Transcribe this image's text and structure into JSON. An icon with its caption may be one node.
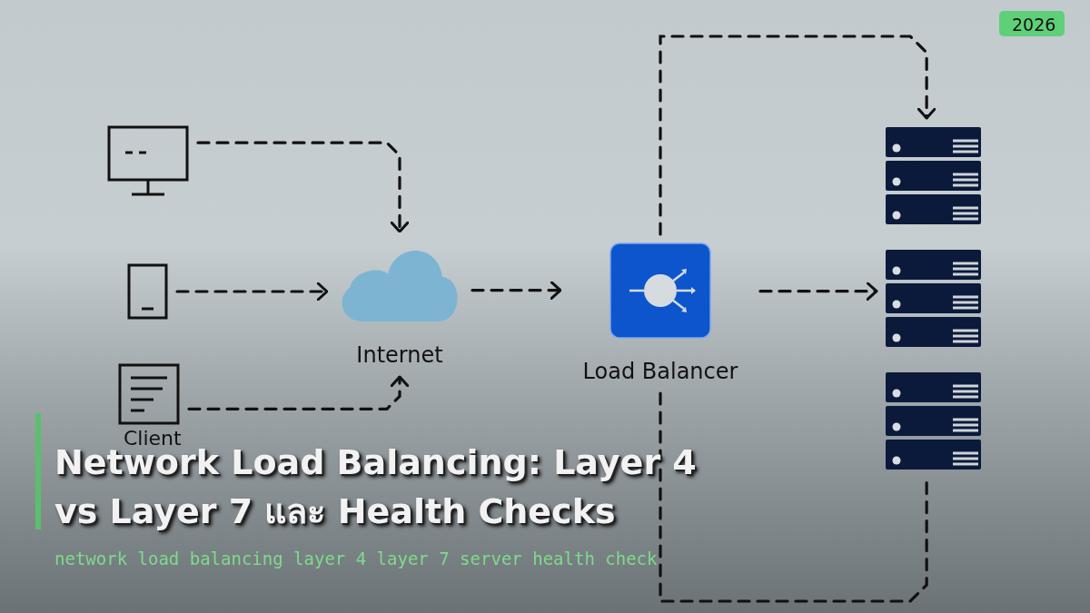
{
  "diagram": {
    "title": "Network Load Balancing: Layer 4 vs Layer 7 และ Health Checks",
    "caption": "network load balancing layer 4 layer 7 server health check",
    "nodes": [
      {
        "text": [],
        "shape": "monitor"
      },
      {
        "text": [],
        "shape": "tablet"
      },
      {
        "text": [],
        "shape": "document",
        "beside": [
          "Client"
        ]
      },
      {
        "text": [
          "Internet"
        ]
      },
      {
        "text": [
          "Load Balancer"
        ]
      },
      {
        "text": [],
        "shape": "server"
      },
      {
        "text": [],
        "shape": "server"
      },
      {
        "text": [],
        "shape": "server"
      }
    ],
    "edges": [
      {
        "from": 0,
        "to": 3,
        "arrow": "to",
        "style": "dashed"
      },
      {
        "from": 1,
        "to": 3,
        "arrow": "to",
        "style": "dashed"
      },
      {
        "from": 2,
        "to": 3,
        "arrow": "to",
        "style": "dashed"
      },
      {
        "from": 3,
        "to": 4,
        "arrow": "to",
        "style": "dashed"
      },
      {
        "from": 4,
        "to": 5,
        "arrow": "to",
        "style": "dashed"
      },
      {
        "from": 4,
        "to": 6,
        "arrow": "to",
        "style": "dashed"
      },
      {
        "from": 4,
        "to": 7,
        "arrow": "none",
        "style": "dashed"
      }
    ],
    "labels": [
      "2026"
    ]
  }
}
